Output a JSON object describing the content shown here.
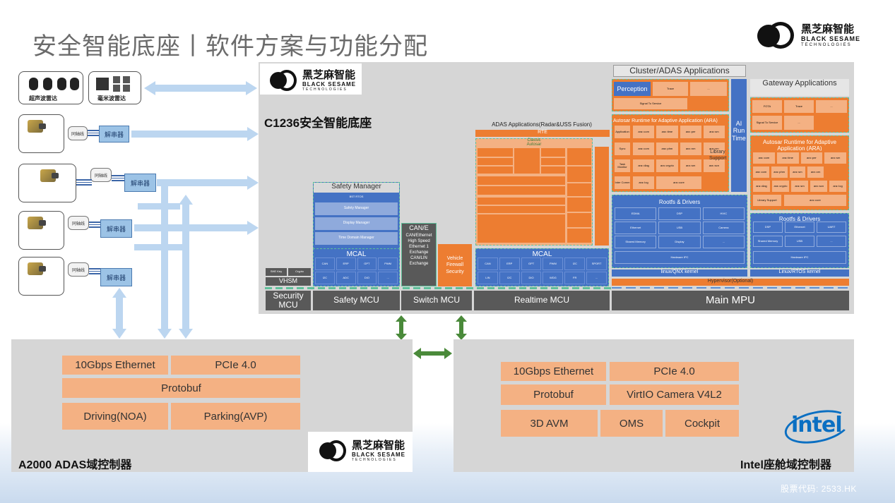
{
  "title": "安全智能底座丨软件方案与功能分配",
  "logo": {
    "zh": "黑芝麻智能",
    "en1": "BLACK SESAME",
    "en2": "TECHNOLOGIES"
  },
  "stock": "股票代码: 2533.HK",
  "sensors": {
    "ultrasonic": "超声波雷达",
    "mmwave": "毫米波雷达",
    "coax": "同轴线",
    "deserializer": "解串器"
  },
  "c1236": {
    "name": "C1236安全智能底座",
    "safety_manager": {
      "title": "Safety Manager",
      "rtos": "BST RTOS",
      "items": [
        "Safety Manager",
        "Display Manager",
        "Time Domain Manager"
      ]
    },
    "mcal_small": {
      "title": "MCAL",
      "row1": [
        "CAN",
        "ERP",
        "GPT",
        "PWM"
      ],
      "row2": [
        "I2C",
        "ADC",
        "DIO",
        "..."
      ]
    },
    "hsm": {
      "left": "SHE Key",
      "right": "Crypto",
      "vhsm": "VHSM"
    },
    "canete": "CAN/Ethernet High Speed Ethernet 1 Exchange CAN/LIN Exchange",
    "canete_top": "CAN/E",
    "firewall": "Vehicle Firewall Security",
    "adas_apps": {
      "title": "ADAS Applications(Radar&USS Fusion)",
      "rte": "RTE",
      "classic": "Classic",
      "autosar": "Autosar"
    },
    "mcal_big": {
      "title": "MCAL",
      "row1": [
        "CAN",
        "ERP",
        "GPT",
        "PWM",
        "I2C",
        "SPORT"
      ],
      "row2": [
        "LIN",
        "I2C",
        "DIO",
        "WDG",
        "FR",
        "..."
      ]
    },
    "cluster": {
      "title": "Cluster/ADAS Applications",
      "perception": "Perception",
      "trace": "Trace",
      "dots": "...",
      "signal": "Signal To Service",
      "ara_title": "Autosar Runtime for Adaptive Application (ARA)",
      "ara_row0": "Application",
      "ara_cells": [
        "ara::com",
        "ara::time",
        "ara::per",
        "ara::sm",
        "ara::com",
        "ara::phm",
        "ara::nm",
        "ara::crn",
        "ara::diag",
        "ara::crypto",
        "ara::sm",
        "ara::scn",
        "ara::log",
        "ara::core"
      ],
      "ara_labels": [
        "Sync",
        "Task Monitor",
        "Inter Comm"
      ],
      "library": "Library Support",
      "ai": "AI Run Time"
    },
    "rootfs_main": {
      "title": "Rootfs & Drivers",
      "cells": [
        "EDMA",
        "DSP",
        "HVIC",
        "Ethernet",
        "USB",
        "Camera",
        "Shared Memory",
        "Display",
        "...",
        "Hardware IPC"
      ],
      "kernel": "linux/QNX kernel"
    },
    "hypervisor": "Hypervisor(Optional)",
    "gateway": {
      "title": "Gateway Applications",
      "fota": "FOTA",
      "trace": "Trace",
      "dots": "...",
      "signal": "Signal To Service",
      "ara_title": "Autosar Runtime for Adaptive Application (ARA)",
      "ara_cells": [
        "ara::com",
        "ara::time",
        "ara::per",
        "ara::sm",
        "ara::com",
        "ara::phm",
        "ara::sm",
        "ara::crn",
        "ara::diag",
        "ara::crypto",
        "ara::sm",
        "ara::scn",
        "ara::log"
      ],
      "library": "Library Support",
      "core": "ara::core"
    },
    "rootfs_gw": {
      "title": "Rootfs & Drivers",
      "cells": [
        "DSP",
        "Ethernet",
        "UART",
        "Shared Memory",
        "USB",
        "...",
        "Hardware IPC"
      ],
      "kernel": "Linux/RTOS kernel"
    },
    "mcus": [
      "Security MCU",
      "Safety MCU",
      "Switch MCU",
      "Realtime MCU",
      "Main MPU"
    ]
  },
  "a2000": {
    "name": "A2000 ADAS域控制器",
    "row1": [
      "10Gbps Ethernet",
      "PCIe 4.0"
    ],
    "row2": "Protobuf",
    "row3": [
      "Driving(NOA)",
      "Parking(AVP)"
    ]
  },
  "intel_ctrl": {
    "name": "Intel座舱域控制器",
    "row1": [
      "10Gbps Ethernet",
      "PCIe 4.0"
    ],
    "row2": [
      "Protobuf",
      "VirtIO Camera V4L2"
    ],
    "row3": [
      "3D AVM",
      "OMS",
      "Cockpit"
    ],
    "brand": "intel"
  }
}
